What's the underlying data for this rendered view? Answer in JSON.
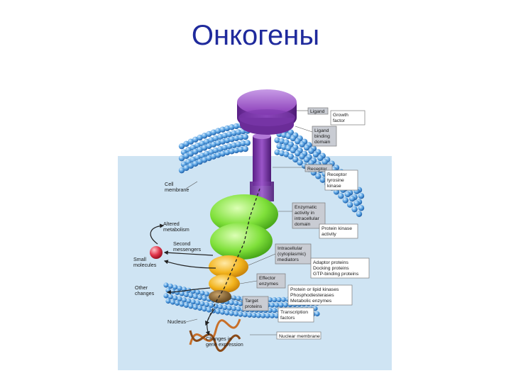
{
  "slide": {
    "title": "Онкогены"
  },
  "diagram": {
    "labels": {
      "ligand": "Ligand",
      "growth_factor": [
        "Growth",
        "factor"
      ],
      "ligand_binding_domain": [
        "Ligand",
        "binding",
        "domain"
      ],
      "receptor": "Receptor",
      "receptor_tyrosine_kinase": [
        "Receptor",
        "tyrosine",
        "kinase"
      ],
      "cell_membrane": [
        "Cell",
        "membrane"
      ],
      "enzymatic_activity": [
        "Enzymatic",
        "activity in",
        "intracellular",
        "domain"
      ],
      "protein_kinase_activity": [
        "Protein kinase",
        "activity"
      ],
      "altered_metabolism": [
        "Altered",
        "metabolism"
      ],
      "second_messengers": [
        "Second",
        "messengers"
      ],
      "small_molecules": [
        "Small",
        "molecules"
      ],
      "intracellular_mediators": [
        "Intracellular",
        "(cytoplasmic)",
        "mediators"
      ],
      "adaptor_proteins": [
        "Adaptor proteins",
        "Docking proteins",
        "GTP-binding proteins"
      ],
      "effector_enzymes": [
        "Effector",
        "enzymes"
      ],
      "other_changes": [
        "Other",
        "changes"
      ],
      "kinases": [
        "Protein or lipid kinases",
        "Phosphodiesterases",
        "Metabolic enzymes"
      ],
      "target_proteins": [
        "Target",
        "proteins"
      ],
      "transcription_factors": [
        "Transcription",
        "factors"
      ],
      "nucleus": "Nucleus",
      "nuclear_membrane": "Nuclear membrane",
      "gene_expression": [
        "Changes in",
        "gene expression"
      ]
    },
    "colors": {
      "background": "#cfe4f3",
      "membrane": "#4a93d6",
      "ligand": "#8a3bb8",
      "receptor": "#7a3aa8",
      "enzymatic_domain": "#7fe03a",
      "mediator": "#f2b31c",
      "target": "#7a5a2e",
      "small_molecule": "#e0344a",
      "dna": "#c8702a"
    }
  }
}
